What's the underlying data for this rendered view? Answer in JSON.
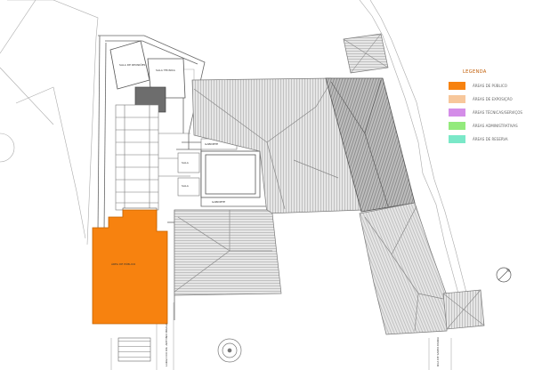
{
  "legend": {
    "title": "LEGENDA",
    "items": [
      {
        "label": "ÁREAS DE PÚBLICO",
        "color": "#f7820f"
      },
      {
        "label": "ÁREAS DE EXPOSIÇÃO",
        "color": "#f7c79b"
      },
      {
        "label": "ÁREAS TÉCNICAS/SERVIÇOS",
        "color": "#d48de8"
      },
      {
        "label": "ÁREAS ADMINISTRATIVAS",
        "color": "#93ea7c"
      },
      {
        "label": "ÁREAS DE RESERVA",
        "color": "#7ae8c8"
      }
    ]
  },
  "plan": {
    "room_labels": {
      "upper_left": "SALA DE REUNIÕES",
      "upper_right": "SALA TÉCNICA",
      "middle_a": "GABINETE",
      "middle_b": "SALA",
      "middle_c": "SALA",
      "lower_a": "GABINETE",
      "public_area": "ÁREA DE PÚBLICO",
      "street": "LARGO DO DR. ANTÓNIO BRAGA",
      "street_right": "RUA DE SANTA MARIA"
    }
  }
}
